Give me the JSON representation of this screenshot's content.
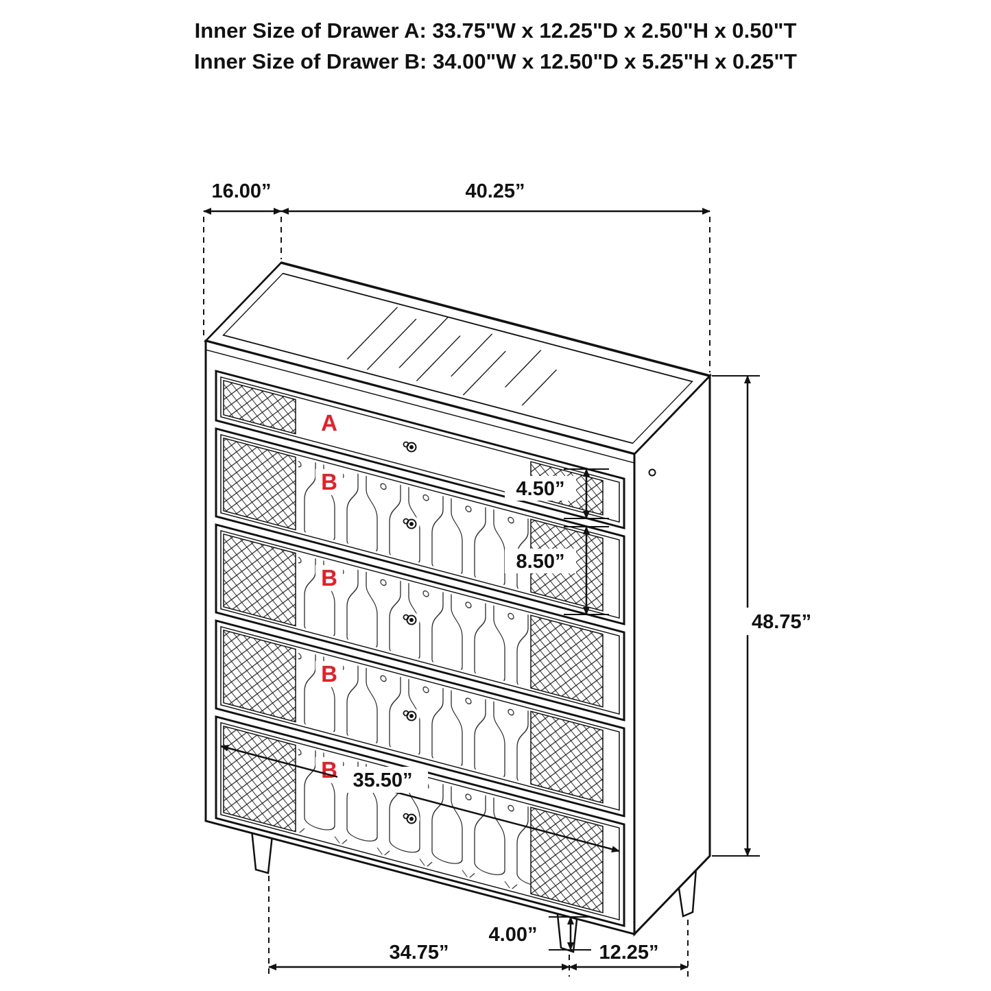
{
  "header": {
    "line1": "Inner Size of Drawer A: 33.75\"W x 12.25\"D x 2.50\"H x 0.50\"T",
    "line2": "Inner Size of Drawer B: 34.00\"W x 12.50\"D x 5.25\"H x 0.25\"T"
  },
  "dimensions": {
    "top_depth": "16.00”",
    "top_width": "40.25”",
    "drawer_a_front_height": "4.50”",
    "drawer_b_front_height": "8.50”",
    "overall_height": "48.75”",
    "drawer_front_width": "35.50”",
    "leg_height": "4.00”",
    "base_width": "34.75”",
    "base_depth": "12.25”"
  },
  "drawer_labels": [
    "A",
    "B",
    "B",
    "B",
    "B"
  ],
  "colors": {
    "line": "#111111",
    "label_red": "#ed1c24",
    "background": "#ffffff"
  }
}
